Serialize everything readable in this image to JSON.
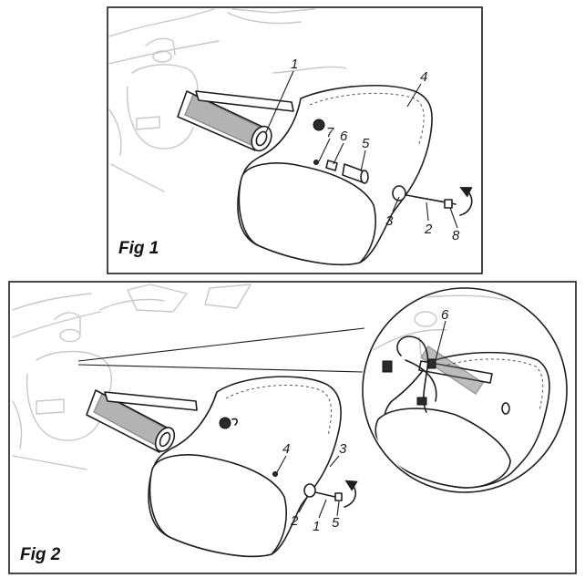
{
  "figures": [
    {
      "label": "Fig 1",
      "callouts": [
        "1",
        "4",
        "7",
        "6",
        "5",
        "3",
        "2",
        "8"
      ]
    },
    {
      "label": "Fig 2",
      "callouts": [
        "6",
        "3",
        "4",
        "2",
        "1",
        "5"
      ]
    }
  ]
}
